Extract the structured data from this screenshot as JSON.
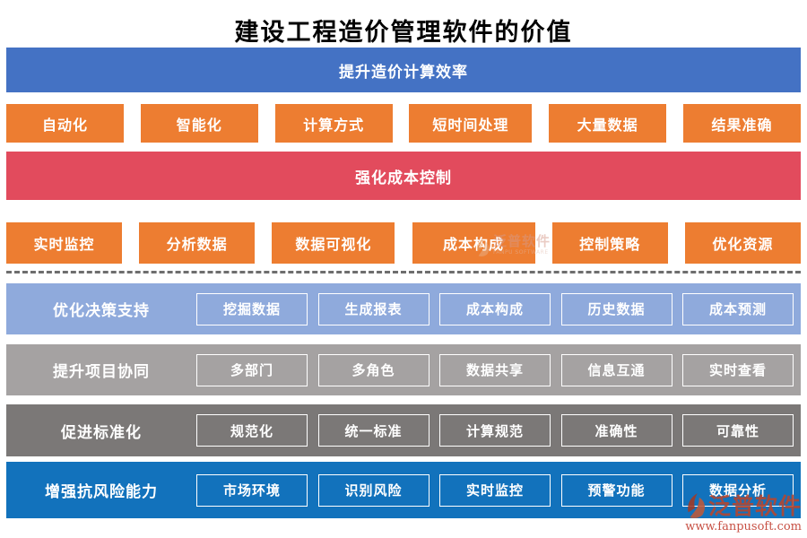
{
  "title": "建设工程造价管理软件的价值",
  "banner1": {
    "label": "提升造价计算效率"
  },
  "row1": {
    "items": [
      "自动化",
      "智能化",
      "计算方式",
      "短时间处理",
      "大量数据",
      "结果准确"
    ]
  },
  "banner2": {
    "label": "强化成本控制"
  },
  "row2": {
    "items": [
      "实时监控",
      "分析数据",
      "数据可视化",
      "成本构成",
      "控制策略",
      "优化资源"
    ]
  },
  "bands": [
    {
      "label": "优化决策支持",
      "items": [
        "挖掘数据",
        "生成报表",
        "成本构成",
        "历史数据",
        "成本预测"
      ]
    },
    {
      "label": "提升项目协同",
      "items": [
        "多部门",
        "多角色",
        "数据共享",
        "信息互通",
        "实时查看"
      ]
    },
    {
      "label": "促进标准化",
      "items": [
        "规范化",
        "统一标准",
        "计算规范",
        "准确性",
        "可靠性"
      ]
    },
    {
      "label": "增强抗风险能力",
      "items": [
        "市场环境",
        "识别风险",
        "实时监控",
        "预警功能",
        "数据分析"
      ]
    }
  ],
  "watermark_center": {
    "brand": "泛普软件",
    "sub": "FANPU SOFTWARE"
  },
  "watermark_corner": {
    "brand": "泛普软件",
    "url": "www.fanpusoft.com"
  },
  "colors": {
    "banner_blue": "#4472C4",
    "banner_red": "#E24B5D",
    "tag_orange": "#ED7D31",
    "band_light_blue": "#8FAADC",
    "band_gray": "#A5A2A2",
    "band_dark_gray": "#7B7877",
    "band_bottom_blue": "#1272BC",
    "watermark_red": "#B8462E"
  }
}
